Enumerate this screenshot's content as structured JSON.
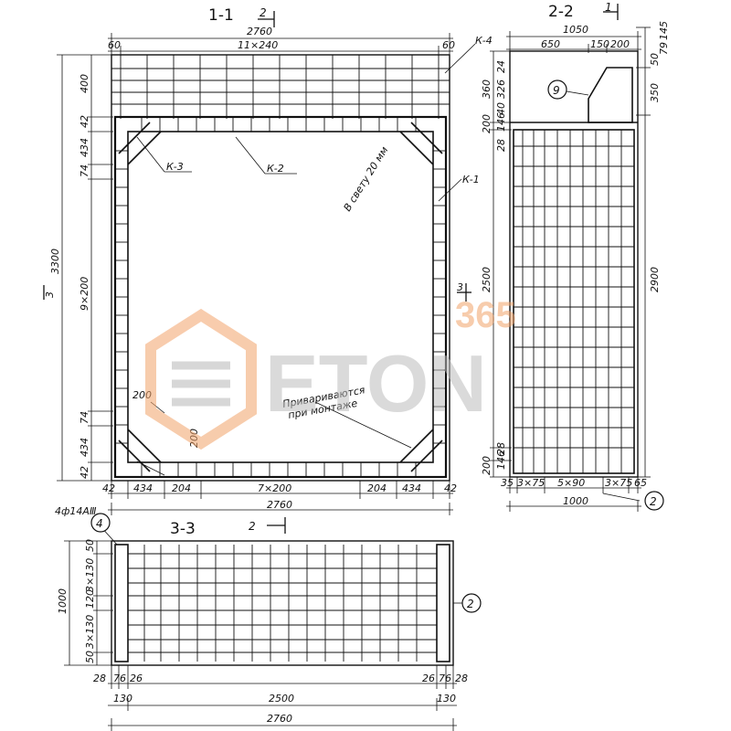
{
  "sections": {
    "s11": {
      "title": "1-1",
      "cut_marker": "2"
    },
    "s22": {
      "title": "2-2",
      "cut_marker": "1"
    },
    "s33": {
      "title": "3-3",
      "cut_marker": "2"
    }
  },
  "view11": {
    "top_overall": "2760",
    "top_spacing": "11×240",
    "top_edge_left": "60",
    "top_edge_right": "60",
    "left_overall": "3300",
    "left_dims": [
      "400",
      "42",
      "434",
      "74",
      "9×200",
      "74",
      "434",
      "42"
    ],
    "bottom_dims": [
      "42",
      "434",
      "204",
      "7×200",
      "204",
      "434",
      "42"
    ],
    "bottom_overall": "2760",
    "detail_200_a": "200",
    "detail_200_b": "200",
    "section_mark_3": "3",
    "section_mark_3_left": "3"
  },
  "labels": {
    "k4": "К-4",
    "k3": "К-3",
    "k2": "К-2",
    "k1": "К-1",
    "clear": "В свету 20 мм",
    "weld_line1": "Привариваются",
    "weld_line2": "при монтаже"
  },
  "view22": {
    "top_overall": "1050",
    "top_left": "650",
    "top_mid": "150",
    "top_right": "200",
    "left_dims": [
      "24",
      "326",
      "360",
      "40",
      "200",
      "146",
      "28"
    ],
    "right_top": [
      "50",
      "350",
      "79",
      "145"
    ],
    "right_overall": "2900",
    "left_mid": "2500",
    "left_bottom": [
      "28",
      "146",
      "200"
    ],
    "bottom_dims": [
      "35",
      "3×75",
      "5×90",
      "3×75",
      "65"
    ],
    "bottom_overall": "1000",
    "mark_9": "9",
    "mark_2": "2"
  },
  "view33": {
    "bars_label": "4ф14АⅢ",
    "mark_4": "4",
    "mark_2": "2",
    "left_overall": "1000",
    "left_dims": [
      "50",
      "3×130",
      "120",
      "3×130",
      "50"
    ],
    "bottom_small_left": [
      "28",
      "76",
      "26"
    ],
    "bottom_small_right": [
      "26",
      "76",
      "28"
    ],
    "bottom_130_left": "130",
    "bottom_130_right": "130",
    "bottom_mid": "2500",
    "bottom_overall": "2760"
  },
  "watermark": {
    "part1": "ETON",
    "part2": "365"
  }
}
